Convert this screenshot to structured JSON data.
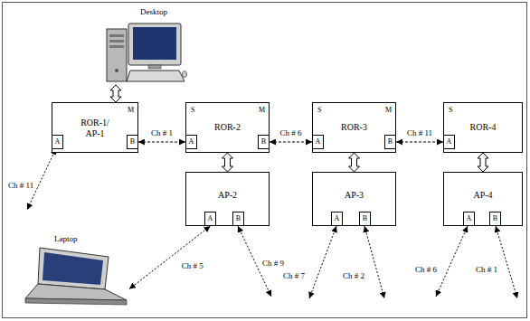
{
  "diagram": {
    "nodes": [
      {
        "text": [
          "Desktop"
        ]
      },
      {
        "text": [
          "M",
          "ROR-1/ AP-1"
        ]
      },
      {
        "text": [
          "A"
        ],
        "in": 1
      },
      {
        "text": [
          "B"
        ],
        "in": 1
      },
      {
        "text": [
          "S",
          "M",
          "ROR-2"
        ]
      },
      {
        "text": [
          "A"
        ],
        "in": 4
      },
      {
        "text": [
          "B"
        ],
        "in": 4
      },
      {
        "text": [
          "S",
          "M",
          "ROR-3"
        ]
      },
      {
        "text": [
          "A"
        ],
        "in": 7
      },
      {
        "text": [
          "B"
        ],
        "in": 7
      },
      {
        "text": [
          "S",
          "ROR-4"
        ]
      },
      {
        "text": [
          "A"
        ],
        "in": 10
      },
      {
        "text": [
          "AP-2"
        ]
      },
      {
        "text": [
          "A"
        ],
        "in": 12
      },
      {
        "text": [
          "B"
        ],
        "in": 12
      },
      {
        "text": [
          "AP-3"
        ]
      },
      {
        "text": [
          "A"
        ],
        "in": 15
      },
      {
        "text": [
          "B"
        ],
        "in": 15
      },
      {
        "text": [
          "AP-4"
        ]
      },
      {
        "text": [
          "A"
        ],
        "in": 18
      },
      {
        "text": [
          "B"
        ],
        "in": 18
      },
      {
        "text": [
          "Laptop"
        ]
      }
    ],
    "edges": [
      {
        "from": 0,
        "to": 1,
        "arrow": "both"
      },
      {
        "from": 3,
        "to": 5,
        "label": "Ch # 1",
        "arrow": "both"
      },
      {
        "from": 6,
        "to": 8,
        "label": "Ch # 6",
        "arrow": "both"
      },
      {
        "from": 9,
        "to": 11,
        "label": "Ch # 11",
        "arrow": "both"
      },
      {
        "from": 4,
        "to": 12,
        "arrow": "both"
      },
      {
        "from": 7,
        "to": 15,
        "arrow": "both"
      },
      {
        "from": 10,
        "to": 18,
        "arrow": "both"
      },
      {
        "from": 13,
        "to": 21,
        "label": "Ch # 5",
        "arrow": "both"
      }
    ],
    "labels": [
      "Ch # 11",
      "Ch # 9",
      "Ch # 7",
      "Ch # 2",
      "Ch # 6",
      "Ch # 1"
    ]
  }
}
